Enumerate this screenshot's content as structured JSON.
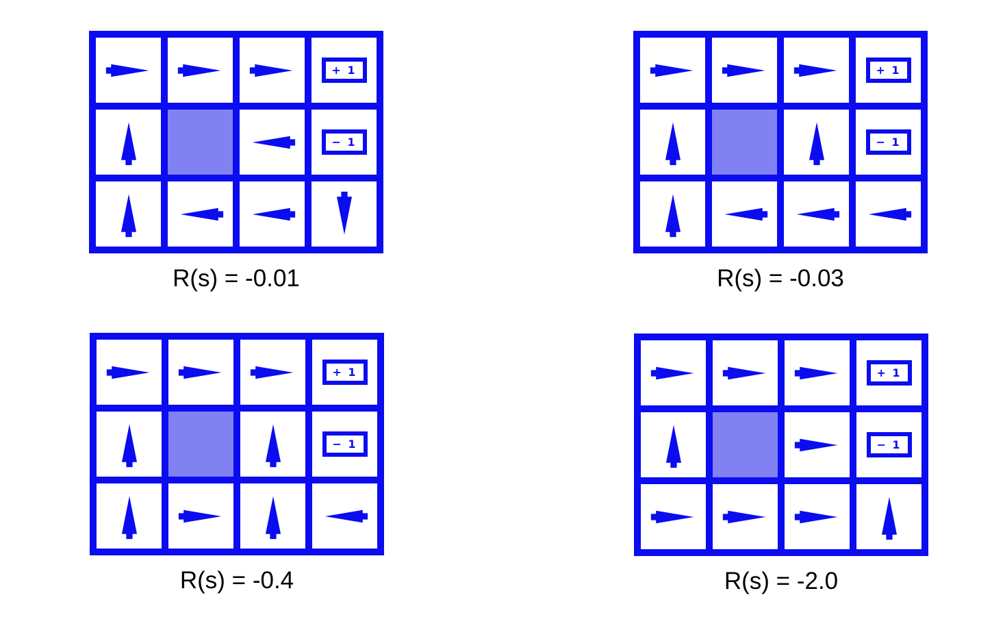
{
  "figure": {
    "description_title": "Gridworld optimal policies for different step rewards",
    "grid_columns": 4,
    "grid_rows": 3
  },
  "colors": {
    "blue": "#0b0cf0",
    "wall_fill": "#8181f2",
    "cell_fill": "#ffffff",
    "caption_color": "#000000"
  },
  "terminals": {
    "plus_label": "+ 1",
    "minus_label": "− 1"
  },
  "grids": [
    {
      "caption": "R(s) = -0.01",
      "rows": [
        [
          "right",
          "right",
          "right",
          "plus"
        ],
        [
          "up",
          "wall",
          "left",
          "minus"
        ],
        [
          "up",
          "left",
          "left",
          "down"
        ]
      ]
    },
    {
      "caption": "R(s) = -0.03",
      "rows": [
        [
          "right",
          "right",
          "right",
          "plus"
        ],
        [
          "up",
          "wall",
          "up",
          "minus"
        ],
        [
          "up",
          "left",
          "left",
          "left"
        ]
      ]
    },
    {
      "caption": "R(s) = -0.4",
      "rows": [
        [
          "right",
          "right",
          "right",
          "plus"
        ],
        [
          "up",
          "wall",
          "up",
          "minus"
        ],
        [
          "up",
          "right",
          "up",
          "left"
        ]
      ]
    },
    {
      "caption": "R(s) = -2.0",
      "rows": [
        [
          "right",
          "right",
          "right",
          "plus"
        ],
        [
          "up",
          "wall",
          "right",
          "minus"
        ],
        [
          "right",
          "right",
          "right",
          "up"
        ]
      ]
    }
  ]
}
